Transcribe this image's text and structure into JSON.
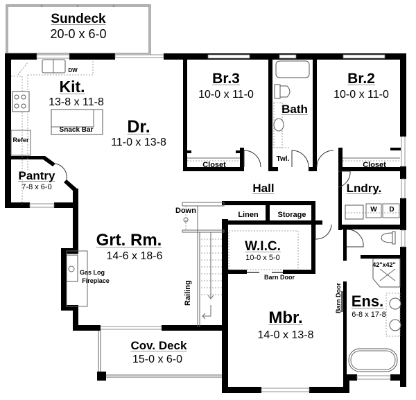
{
  "plan": {
    "rooms": [
      {
        "id": "sundeck",
        "name": "Sundeck",
        "dims": "20-0 x 6-0"
      },
      {
        "id": "kitchen",
        "name": "Kit.",
        "dims": "13-8 x 11-8"
      },
      {
        "id": "dining",
        "name": "Dr.",
        "dims": "11-0 x 13-8"
      },
      {
        "id": "br3",
        "name": "Br.3",
        "dims": "10-0 x 11-0"
      },
      {
        "id": "bath",
        "name": "Bath",
        "dims": ""
      },
      {
        "id": "br2",
        "name": "Br.2",
        "dims": "10-0 x 11-0"
      },
      {
        "id": "pantry",
        "name": "Pantry",
        "dims": "7-8 x 6-0"
      },
      {
        "id": "hall",
        "name": "Hall",
        "dims": ""
      },
      {
        "id": "laundry",
        "name": "Lndry.",
        "dims": ""
      },
      {
        "id": "great-room",
        "name": "Grt. Rm.",
        "dims": "14-6 x 18-6"
      },
      {
        "id": "wic",
        "name": "W.I.C.",
        "dims": "10-0 x 5-0"
      },
      {
        "id": "ensuite",
        "name": "Ens.",
        "dims": "6-8 x 17-8"
      },
      {
        "id": "master",
        "name": "Mbr.",
        "dims": "14-0 x 13-8"
      },
      {
        "id": "cov-deck",
        "name": "Cov. Deck",
        "dims": "15-0 x 6-0"
      }
    ],
    "labels": {
      "dw": "DW",
      "snack_bar": "Snack Bar",
      "refer": "Refer",
      "closet_br3": "Closet",
      "closet_br2": "Closet",
      "towel": "Twl.",
      "linen": "Linen",
      "storage": "Storage",
      "washer": "W",
      "dryer": "D",
      "down": "Down",
      "railing": "Railing",
      "fireplace_1": "Gas Log",
      "fireplace_2": "Fireplace",
      "barn_door_wic": "Barn Door",
      "barn_door_ens": "Barn Door",
      "shower": "42\"x42\""
    }
  }
}
